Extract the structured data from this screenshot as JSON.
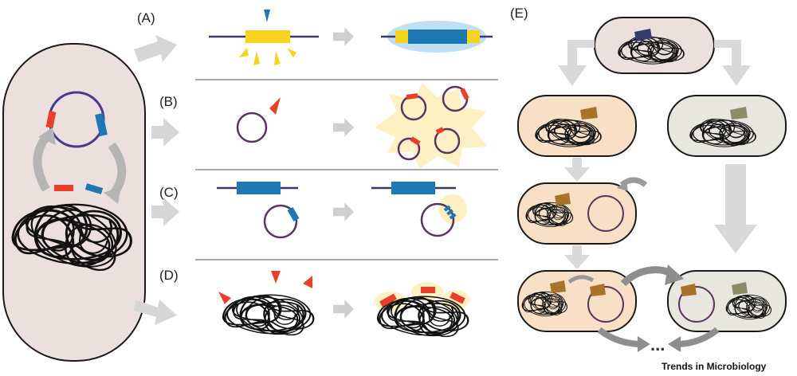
{
  "panels": {
    "a": "(A)",
    "b": "(B)",
    "c": "(C)",
    "d": "(D)",
    "e": "(E)"
  },
  "ellipsis": "...",
  "credit": "Trends in Microbiology",
  "colors": {
    "red": "#e8402a",
    "blue": "#1e78b4",
    "yellow": "#f7d21e",
    "glow": "#fbe9a6",
    "cyan_glow": "#bfe0f2",
    "cell_mauve": "#ece0de",
    "cell_peach": "#f8e0c6",
    "cell_grey": "#e8e7df",
    "ring_purple": "#5b3562",
    "arrow_grey": "#c9c9c9",
    "gene_brown": "#a8742a",
    "gene_olive": "#8b8c6a",
    "gene_navy": "#3a3d6a"
  }
}
